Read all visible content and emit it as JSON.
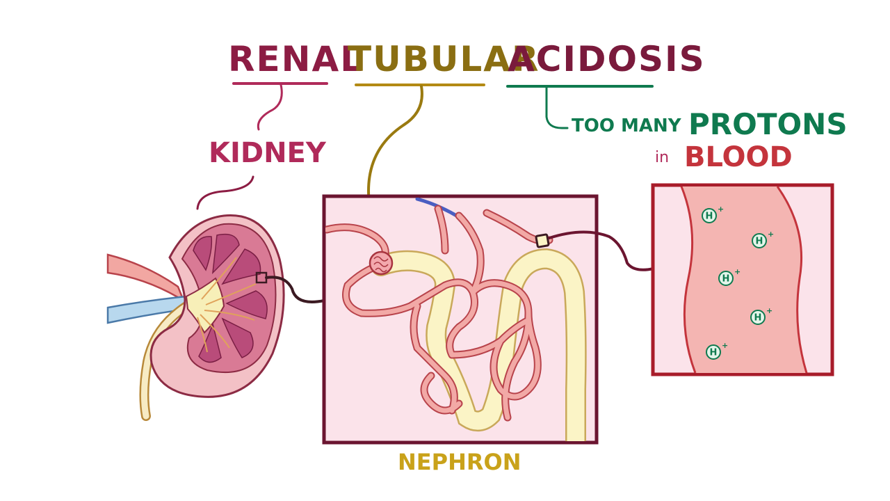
{
  "title": {
    "word1": "RENAL",
    "word2": "TUBULAR",
    "word3": "ACIDOSIS"
  },
  "labels": {
    "kidney": "KIDNEY",
    "nephron": "NEPHRON",
    "too_many": "TOO MANY",
    "protons": "PROTONS",
    "in": "in",
    "blood": "BLOOD"
  },
  "proton_symbol": "H",
  "proton_charge": "+",
  "colors": {
    "renal": "#8c1c43",
    "tubular": "#b38a14",
    "acidosis": "#0f7a4f",
    "kidney_label": "#b02a5a",
    "nephron_label": "#c9a21a",
    "blood_label": "#c4343c",
    "nephron_frame": "#6b1530",
    "blood_frame": "#a81c2a"
  }
}
